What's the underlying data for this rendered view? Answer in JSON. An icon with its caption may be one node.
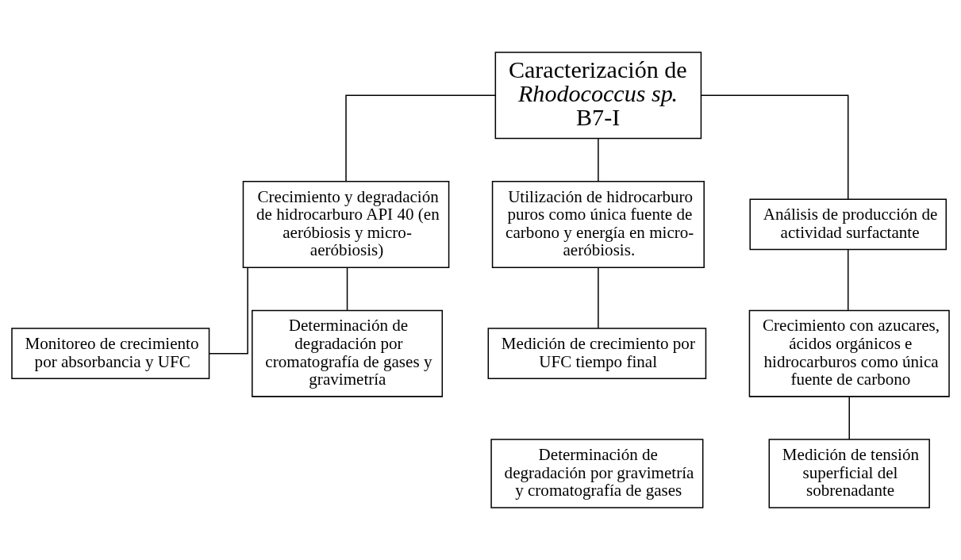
{
  "diagram": {
    "nodes": [
      {
        "text": [
          "Caracterización de *Rhodococcus sp*. B7-I"
        ]
      },
      {
        "text": [
          "Crecimiento y degradación de hidrocarburo API 40 (en aeróbiosis y micro-aeróbiosis)"
        ]
      },
      {
        "text": [
          "Utilización de hidrocarburo puros como única fuente de carbono y energía en micro-aeróbiosis."
        ]
      },
      {
        "text": [
          "Análisis de producción de actividad surfactante"
        ]
      },
      {
        "text": [
          "Monitoreo de crecimiento por absorbancia y UFC"
        ]
      },
      {
        "text": [
          "Determinación de degradación por cromatografía de gases y gravimetría"
        ]
      },
      {
        "text": [
          "Medición de crecimiento por UFC tiempo final"
        ]
      },
      {
        "text": [
          "Determinación de degradación por gravimetría y cromatografía de gases"
        ]
      },
      {
        "text": [
          "Crecimiento con azucares, ácidos orgánicos e hidrocarburos como única fuente de carbono"
        ]
      },
      {
        "text": [
          "Medición de tensión superficial del sobrenadante"
        ]
      }
    ],
    "edges": [
      {
        "from": 0,
        "to": 1,
        "arrow": "none"
      },
      {
        "from": 0,
        "to": 2,
        "arrow": "none"
      },
      {
        "from": 0,
        "to": 3,
        "arrow": "none"
      },
      {
        "from": 1,
        "to": 4,
        "arrow": "none"
      },
      {
        "from": 1,
        "to": 5,
        "arrow": "none"
      },
      {
        "from": 2,
        "to": 6,
        "arrow": "none"
      },
      {
        "from": 3,
        "to": 8,
        "arrow": "none"
      },
      {
        "from": 8,
        "to": 9,
        "arrow": "none"
      }
    ]
  }
}
